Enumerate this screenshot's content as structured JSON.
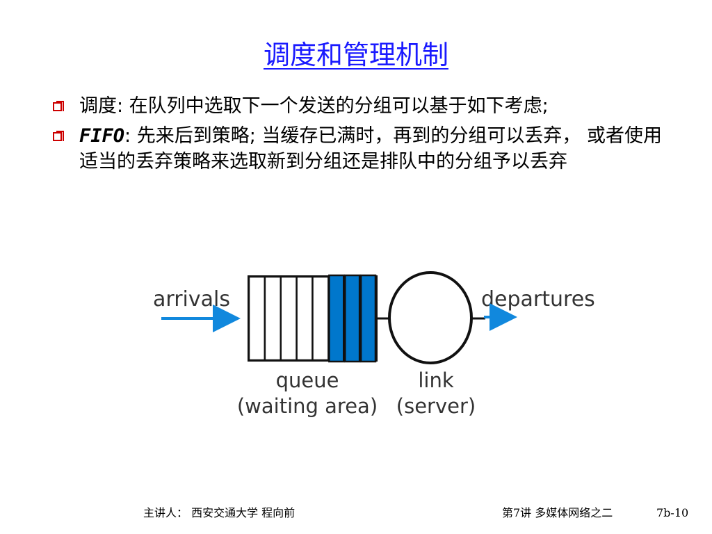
{
  "slide": {
    "title": "调度和管理机制",
    "bullets": [
      {
        "lead": "",
        "text": "调度: 在队列中选取下一个发送的分组可以基于如下考虑;"
      },
      {
        "lead": "FIFO",
        "text": ": 先来后到策略; 当缓存已满时，再到的分组可以丢弃， 或者使用适当的丢弃策略来选取新到分组还是排队中的分组予以丢弃"
      }
    ]
  },
  "diagram": {
    "arrivals_label": "arrivals",
    "departures_label": "departures",
    "queue_label": "queue",
    "queue_sublabel": "(waiting area)",
    "link_label": "link",
    "link_sublabel": "(server)",
    "queue_slots_total": 8,
    "queue_slots_filled": 3,
    "colors": {
      "packet": "#0077cc",
      "arrow": "#1188dd",
      "title": "#1a1aff",
      "bullet": "#cc0000"
    }
  },
  "footer": {
    "lecturer": "主讲人： 西安交通大学  程向前",
    "lecture": "第7讲 多媒体网络之二",
    "page": "7b-10"
  }
}
